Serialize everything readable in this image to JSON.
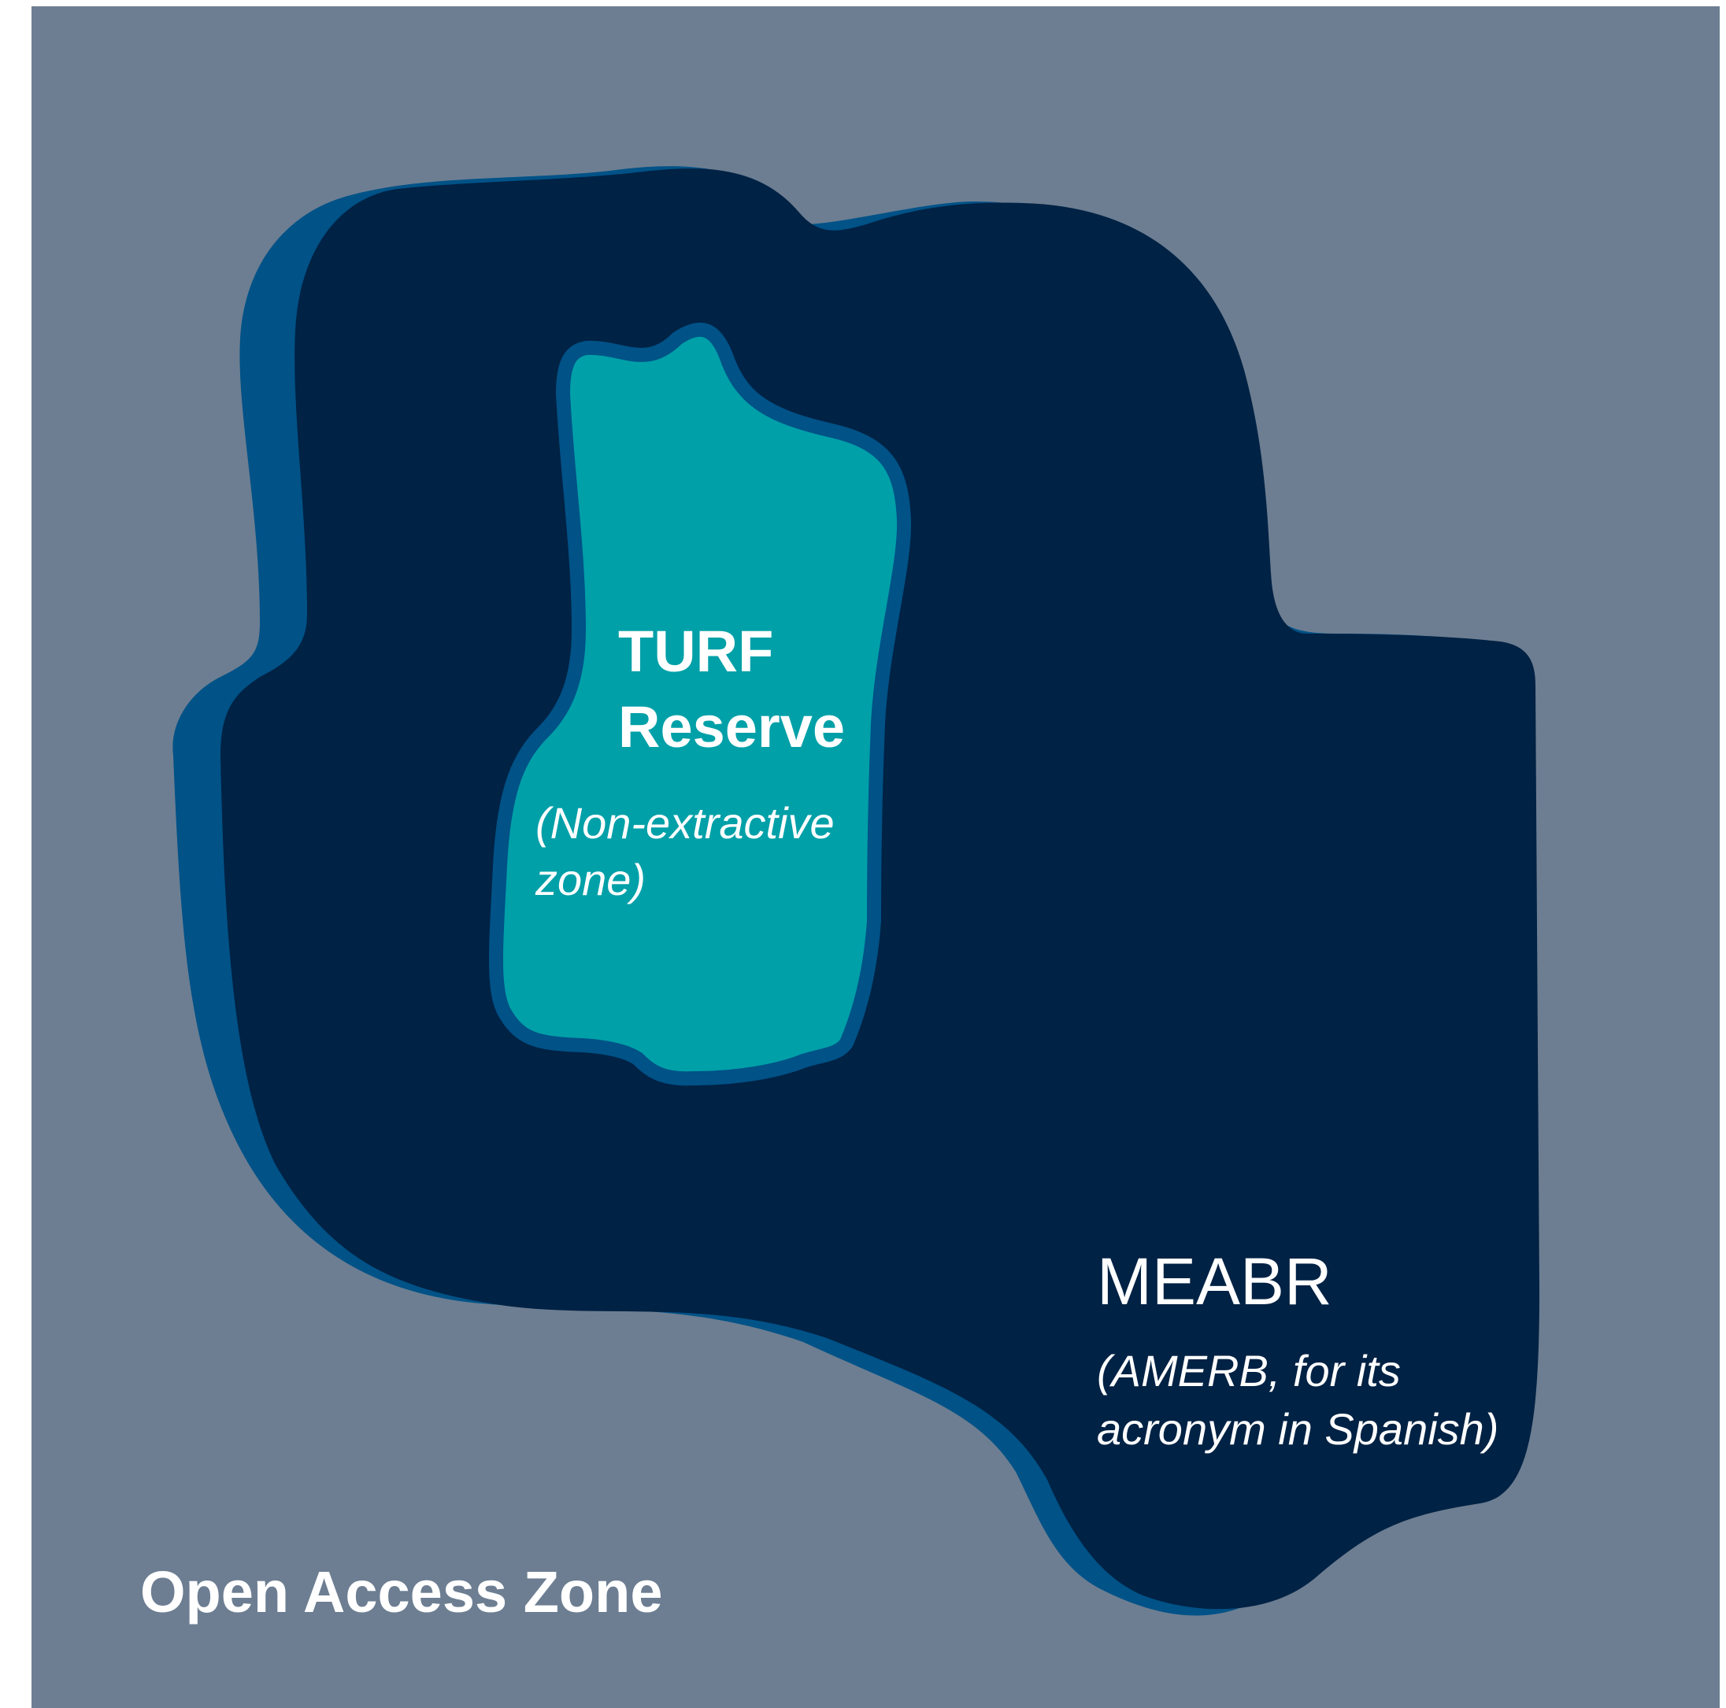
{
  "zones": {
    "turf": {
      "title_line1": "TURF",
      "title_line2": "Reserve",
      "subtitle_line1": "(Non-extractive",
      "subtitle_line2": "zone)",
      "fill_color": "#00a0a8",
      "outline_color": "#005287"
    },
    "meabr": {
      "title": "MEABR",
      "subtitle_line1": "(AMERB, for its",
      "subtitle_line2": "acronym in Spanish)",
      "fill_color": "#002244",
      "shadow_color": "#005287"
    },
    "open_access": {
      "title": "Open Access Zone",
      "fill_color": "#6d7e92"
    }
  }
}
